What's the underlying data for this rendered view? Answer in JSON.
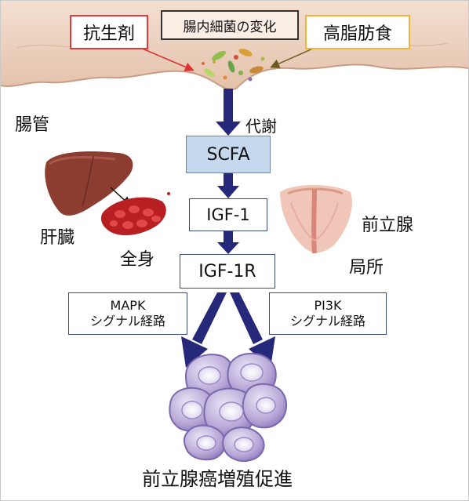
{
  "gut": {
    "label": "腸管",
    "microbiota_change": "腸内細菌の変化",
    "antibiotics": "抗生剤",
    "high_fat_diet": "高脂肪食"
  },
  "metabolism_label": "代謝",
  "scfa": "SCFA",
  "igf1": "IGF-1",
  "igf1r": "IGF-1R",
  "liver_label": "肝臓",
  "systemic_label": "全身",
  "prostate_label": "前立腺",
  "local_label": "局所",
  "mapk": {
    "line1": "MAPK",
    "line2": "シグナル経路"
  },
  "pi3k": {
    "line1": "PI3K",
    "line2": "シグナル経路"
  },
  "outcome": "前立腺癌増殖促進",
  "colors": {
    "arrow": "#26287a",
    "scfa_fill": "#c6d8ee",
    "antibiotics_border": "#e23b3b",
    "diet_border": "#f0b63a",
    "gut_wall": "#e8cbb8",
    "cancer_cells": "#b7a8d6"
  }
}
